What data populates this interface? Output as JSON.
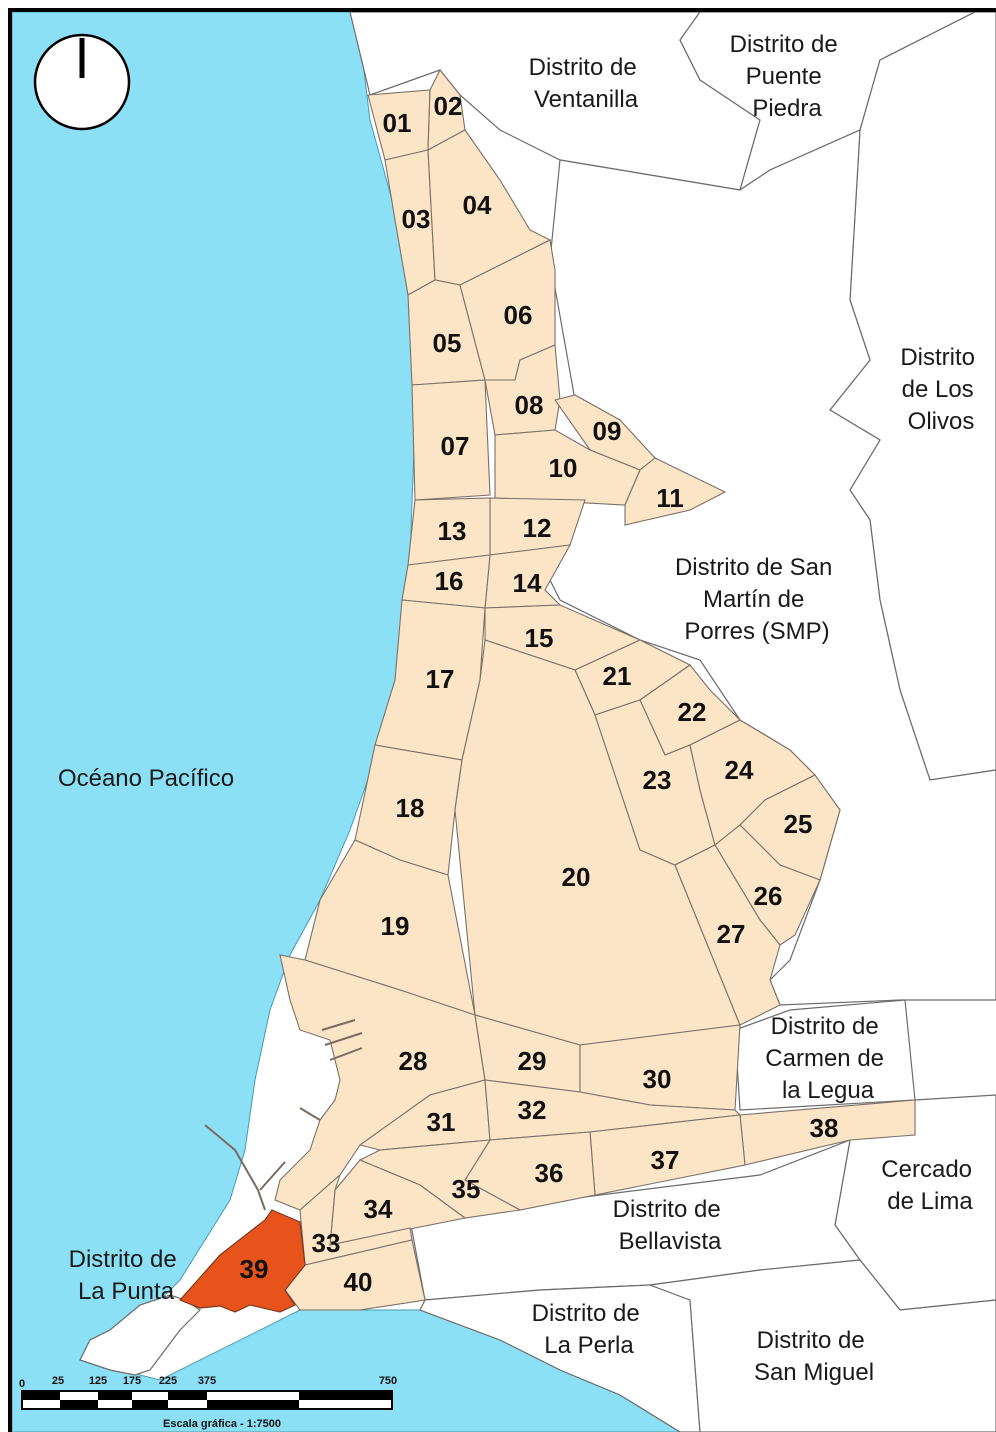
{
  "map": {
    "highlight_color": "#e8531c",
    "sector_color": "#fbe5c6",
    "ocean_color": "#8ce0f5",
    "sectors": [
      "01",
      "02",
      "03",
      "04",
      "05",
      "06",
      "07",
      "08",
      "09",
      "10",
      "11",
      "12",
      "13",
      "14",
      "15",
      "16",
      "17",
      "18",
      "19",
      "20",
      "21",
      "22",
      "23",
      "24",
      "25",
      "26",
      "27",
      "28",
      "29",
      "30",
      "31",
      "32",
      "33",
      "34",
      "35",
      "36",
      "37",
      "38",
      "39",
      "40"
    ],
    "highlighted_sector": "39",
    "places": {
      "ventanilla": [
        "Distrito de",
        "Ventanilla"
      ],
      "puente_piedra": [
        "Distrito de",
        "Puente",
        "Piedra"
      ],
      "los_olivos": [
        "Distrito",
        "de Los",
        "Olivos"
      ],
      "smp": [
        "Distrito de San",
        "Martín de",
        "Porres (SMP)"
      ],
      "oceano": [
        "Océano Pacífico"
      ],
      "carmen_legua": [
        "Distrito de",
        "Carmen de",
        "la Legua"
      ],
      "cercado": [
        "Cercado",
        "de Lima"
      ],
      "bellavista": [
        "Distrito de",
        "Bellavista"
      ],
      "la_punta": [
        "Distrito de",
        "La Punta"
      ],
      "la_perla": [
        "Distrito de",
        "La Perla"
      ],
      "san_miguel": [
        "Distrito de",
        "San Miguel"
      ]
    },
    "scale": {
      "ticks": [
        "0",
        "25",
        "125",
        "175",
        "225",
        "375",
        "750"
      ],
      "title": "Escala gráfica - 1:7500"
    }
  }
}
